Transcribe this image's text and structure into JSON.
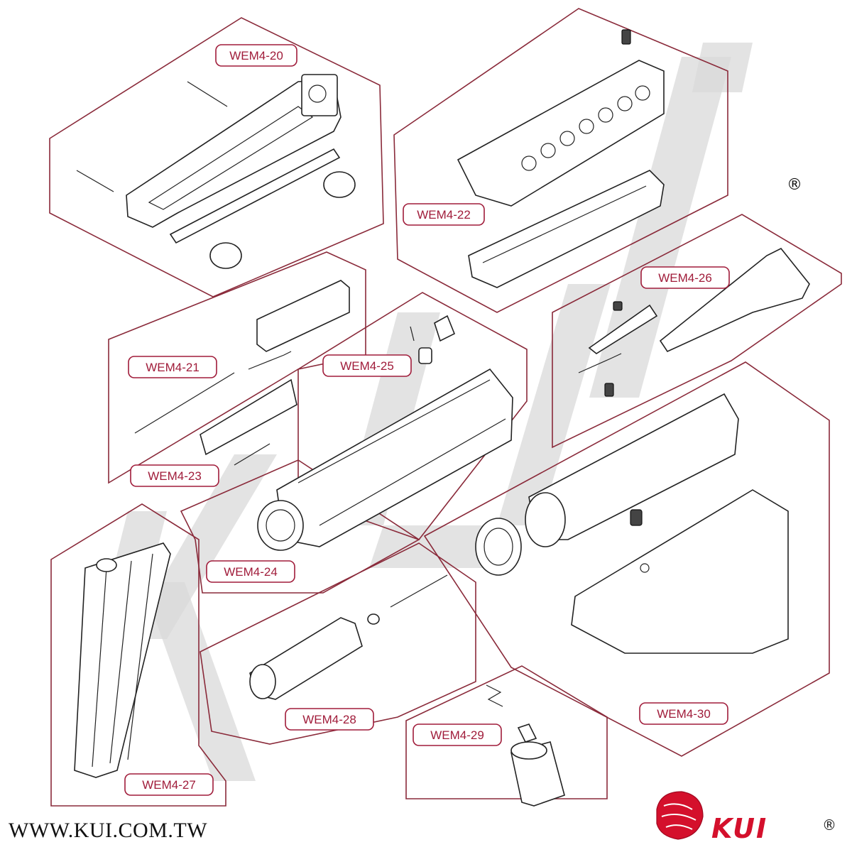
{
  "labels": {
    "p20": "WEM4-20",
    "p21": "WEM4-21",
    "p22": "WEM4-22",
    "p23": "WEM4-23",
    "p24": "WEM4-24",
    "p25": "WEM4-25",
    "p26": "WEM4-26",
    "p27": "WEM4-27",
    "p28": "WEM4-28",
    "p29": "WEM4-29",
    "p30": "WEM4-30"
  },
  "footer": {
    "url": "WWW.KUI.COM.TW",
    "brand": "KUI",
    "brand_reg": "®"
  },
  "watermark": {
    "registered": "®"
  },
  "colors": {
    "label_border": "#a01c3a",
    "panel_border": "#8a2a3a",
    "brand_red": "#d4102c",
    "watermark_gray": "#d9d9d9"
  }
}
